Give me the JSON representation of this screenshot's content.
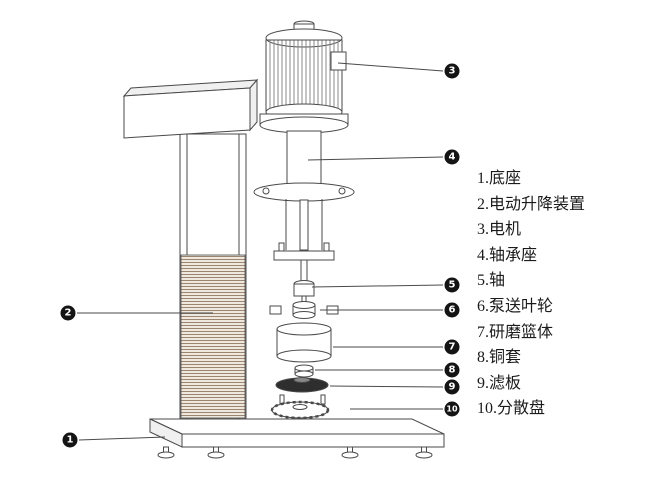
{
  "colors": {
    "line": "#4a4a4a",
    "badge-bg": "#141414",
    "badge-text": "#ffffff",
    "hatch-line": "#9c8672",
    "hatch-bg": "#efe8df",
    "plate-fill": "#2e2e2e",
    "paper": "#ffffff"
  },
  "legend": {
    "items": [
      {
        "num": "1",
        "text": "1.底座"
      },
      {
        "num": "2",
        "text": "2.电动升降装置"
      },
      {
        "num": "3",
        "text": "3.电机"
      },
      {
        "num": "4",
        "text": "4.轴承座"
      },
      {
        "num": "5",
        "text": "5.轴"
      },
      {
        "num": "6",
        "text": "6.泵送叶轮"
      },
      {
        "num": "7",
        "text": "7.研磨篮体"
      },
      {
        "num": "8",
        "text": "8.铜套"
      },
      {
        "num": "9",
        "text": "9.滤板"
      },
      {
        "num": "10",
        "text": "10.分散盘"
      }
    ]
  }
}
